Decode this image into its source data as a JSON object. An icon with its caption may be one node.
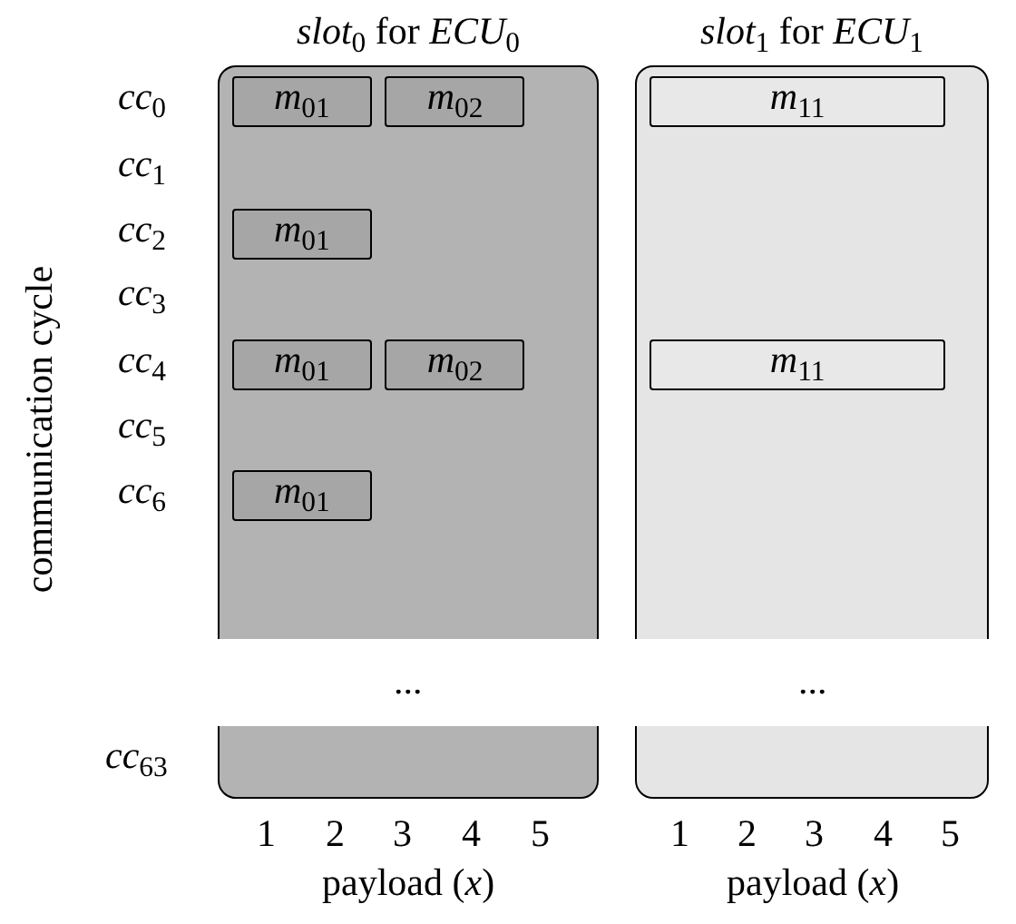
{
  "diagram": {
    "nodes": [
      {
        "text": [
          "*slot*$_{0}$ for *ECU*$_{0}$"
        ]
      },
      {
        "text": [
          "*m*$_{01}$"
        ],
        "in": 0
      },
      {
        "text": [
          "*m*$_{02}$"
        ],
        "in": 0
      },
      {
        "text": [
          "*m*$_{01}$"
        ],
        "in": 0
      },
      {
        "text": [
          "*m*$_{01}$"
        ],
        "in": 0
      },
      {
        "text": [
          "*m*$_{02}$"
        ],
        "in": 0
      },
      {
        "text": [
          "*m*$_{01}$"
        ],
        "in": 0
      },
      {
        "text": [
          "*slot*$_{1}$ for *ECU*$_{1}$"
        ]
      },
      {
        "text": [
          "*m*$_{11}$"
        ],
        "in": 7
      },
      {
        "text": [
          "*m*$_{11}$"
        ],
        "in": 7
      }
    ],
    "labels": [
      "communication cycle",
      "*cc*$_{0}$",
      "*cc*$_{1}$",
      "*cc*$_{2}$",
      "*cc*$_{3}$",
      "*cc*$_{4}$",
      "*cc*$_{5}$",
      "*cc*$_{6}$",
      "...",
      "...",
      "*cc*$_{63}$",
      "1",
      "2",
      "3",
      "4",
      "5",
      "1",
      "2",
      "3",
      "4",
      "5",
      "payload (*x*)",
      "payload (*x*)"
    ]
  }
}
